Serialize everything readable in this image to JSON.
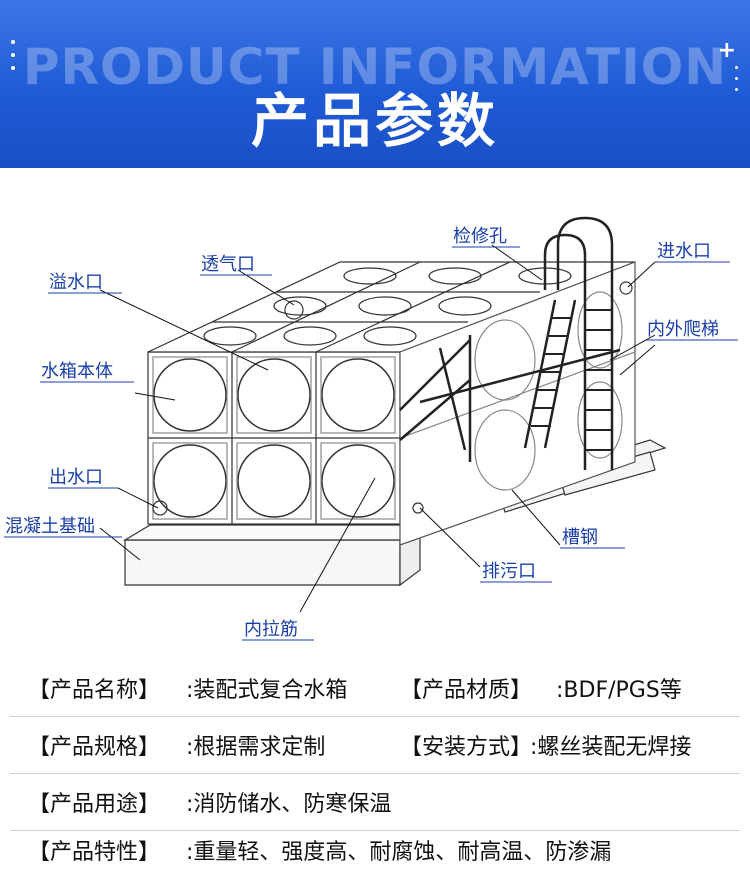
{
  "banner": {
    "bg_text": "PRODUCT INFORMATION",
    "title": "产品参数"
  },
  "diagram": {
    "labels": {
      "overflow": "溢水口",
      "vent": "透气口",
      "manhole": "检修孔",
      "inlet": "进水口",
      "ladder": "内外爬梯",
      "body": "水箱本体",
      "outlet": "出水口",
      "foundation": "混凝土基础",
      "channel": "槽钢",
      "drain": "排污口",
      "tie_rod": "内拉筋"
    }
  },
  "specs": [
    {
      "k1": "【产品名称】",
      "v1": ":装配式复合水箱",
      "k2": "【产品材质】",
      "v2": ":BDF/PGS等"
    },
    {
      "k1": "【产品规格】",
      "v1": ":根据需求定制",
      "k2": "【安装方式】",
      "v2": ":螺丝装配无焊接"
    },
    {
      "k1": "【产品用途】",
      "v1": ":消防储水、防寒保温"
    },
    {
      "k1": "【产品特性】",
      "v1": ":重量轻、强度高、耐腐蚀、耐高温、防渗漏"
    }
  ]
}
